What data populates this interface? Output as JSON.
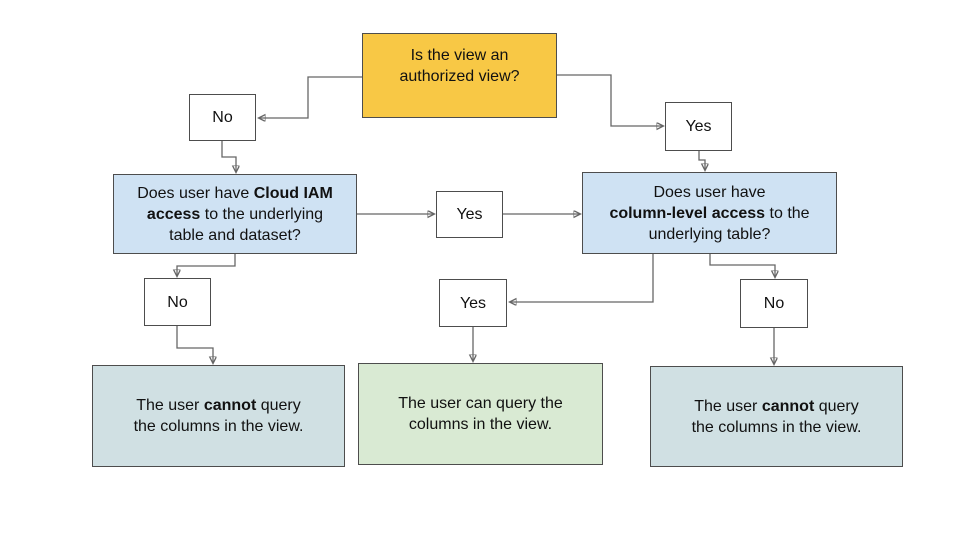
{
  "palette": {
    "yellow": "#F8C845",
    "blue": "#CFE2F3",
    "green": "#D9EAD3",
    "cyan": "#D0E0E3",
    "border": "#4d4d4d",
    "line": "#666666"
  },
  "diagram": {
    "nodes": {
      "q_authorized": {
        "pre": "Is the view an\nauthorized view?"
      },
      "no1": {
        "pre": "No"
      },
      "yes1": {
        "pre": "Yes"
      },
      "q_iam": {
        "pre": "Does user have ",
        "bold": "Cloud IAM\naccess",
        "post": " to the underlying\ntable and dataset?"
      },
      "yes2": {
        "pre": "Yes"
      },
      "q_col": {
        "pre": "Does user have\n",
        "bold": "column-level access",
        "post": " to the\nunderlying table?"
      },
      "no2": {
        "pre": "No"
      },
      "yes3": {
        "pre": "Yes"
      },
      "no3": {
        "pre": "No"
      },
      "end_cannot_left": {
        "pre": "The user ",
        "bold": "cannot",
        "post": " query\nthe columns in the view."
      },
      "end_can": {
        "pre": "The user can query the\ncolumns in the view."
      },
      "end_cannot_right": {
        "pre": "The user ",
        "bold": "cannot",
        "post": " query\nthe columns in the view."
      }
    }
  }
}
